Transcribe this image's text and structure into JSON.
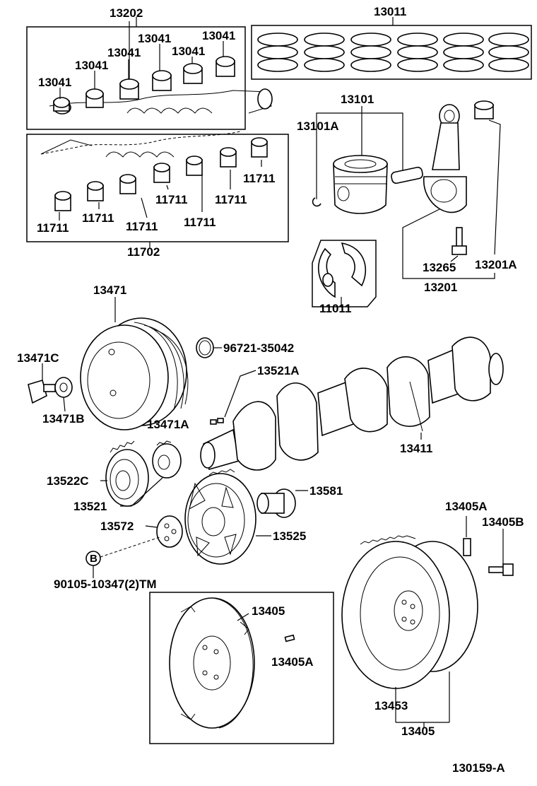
{
  "diagram_id": "130159-A",
  "labels": {
    "l13202": "13202",
    "l13011": "13011",
    "l13041_a": "13041",
    "l13041_b": "13041",
    "l13041_c": "13041",
    "l13041_d": "13041",
    "l13041_e": "13041",
    "l13041_f": "13041",
    "l13101": "13101",
    "l13101a": "13101A",
    "l11711_a": "11711",
    "l11711_b": "11711",
    "l11711_c": "11711",
    "l11711_d": "11711",
    "l11711_e": "11711",
    "l11711_f": "11711",
    "l11711_g": "11711",
    "l11702": "11702",
    "l13265": "13265",
    "l13201a": "13201A",
    "l13201": "13201",
    "l11011": "11011",
    "l13471": "13471",
    "l96721": "96721-35042",
    "l13471c": "13471C",
    "l13521a": "13521A",
    "l13471b": "13471B",
    "l13471a": "13471A",
    "l13411": "13411",
    "l13522c": "13522C",
    "l13581": "13581",
    "l13521": "13521",
    "l13405a_top": "13405A",
    "l13572": "13572",
    "l13525": "13525",
    "l13405b": "13405B",
    "marker_b": "B",
    "l90105": "90105-10347(2)TM",
    "l13405_box": "13405",
    "l13405a_box": "13405A",
    "l13453": "13453",
    "l13405_bottom": "13405"
  }
}
